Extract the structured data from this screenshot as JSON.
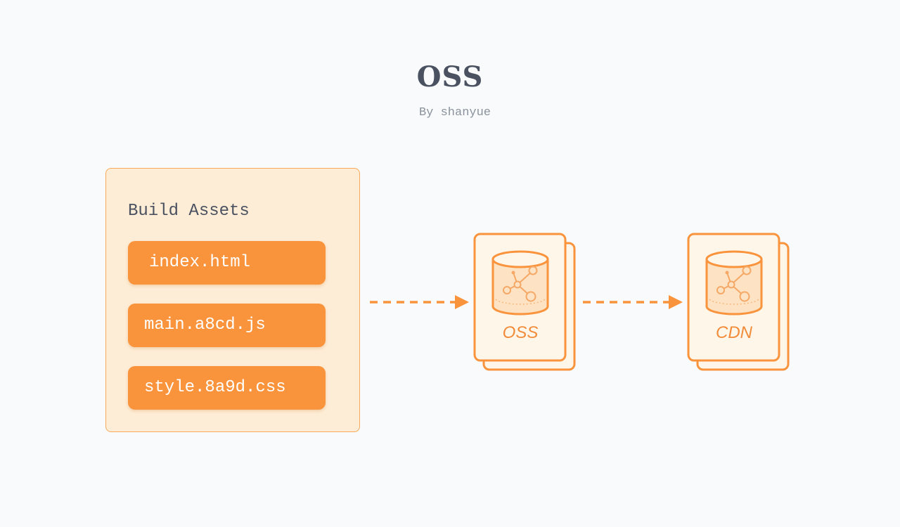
{
  "header": {
    "title": "OSS",
    "subtitle": "By shanyue"
  },
  "assets_panel": {
    "title": "Build Assets",
    "files": [
      "index.html",
      "main.a8cd.js",
      "style.8a9d.css"
    ]
  },
  "nodes": [
    {
      "label": "OSS",
      "icon": "storage-bucket-icon"
    },
    {
      "label": "CDN",
      "icon": "storage-bucket-icon"
    }
  ],
  "colors": {
    "accent": "#f9933c",
    "panel_bg": "#feedd6",
    "panel_border": "#f7a95a",
    "node_bg": "#fff6ea",
    "text_dark": "#4a5160",
    "text_muted": "#8b929c",
    "page_bg": "#f8fafc"
  }
}
